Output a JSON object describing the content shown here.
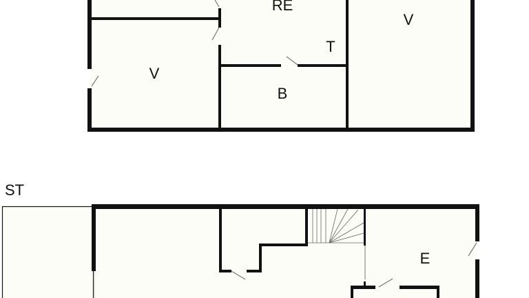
{
  "upper_floor": {
    "rooms": [
      {
        "label": "RE"
      },
      {
        "label": "T"
      },
      {
        "label": "V"
      },
      {
        "label": "V"
      },
      {
        "label": "B"
      }
    ]
  },
  "lower_floor": {
    "area_label": "ST",
    "rooms": [
      {
        "label": "E"
      }
    ]
  },
  "colors": {
    "wall": "#111111",
    "floor": "#fdfdf8",
    "door": "#777777"
  }
}
